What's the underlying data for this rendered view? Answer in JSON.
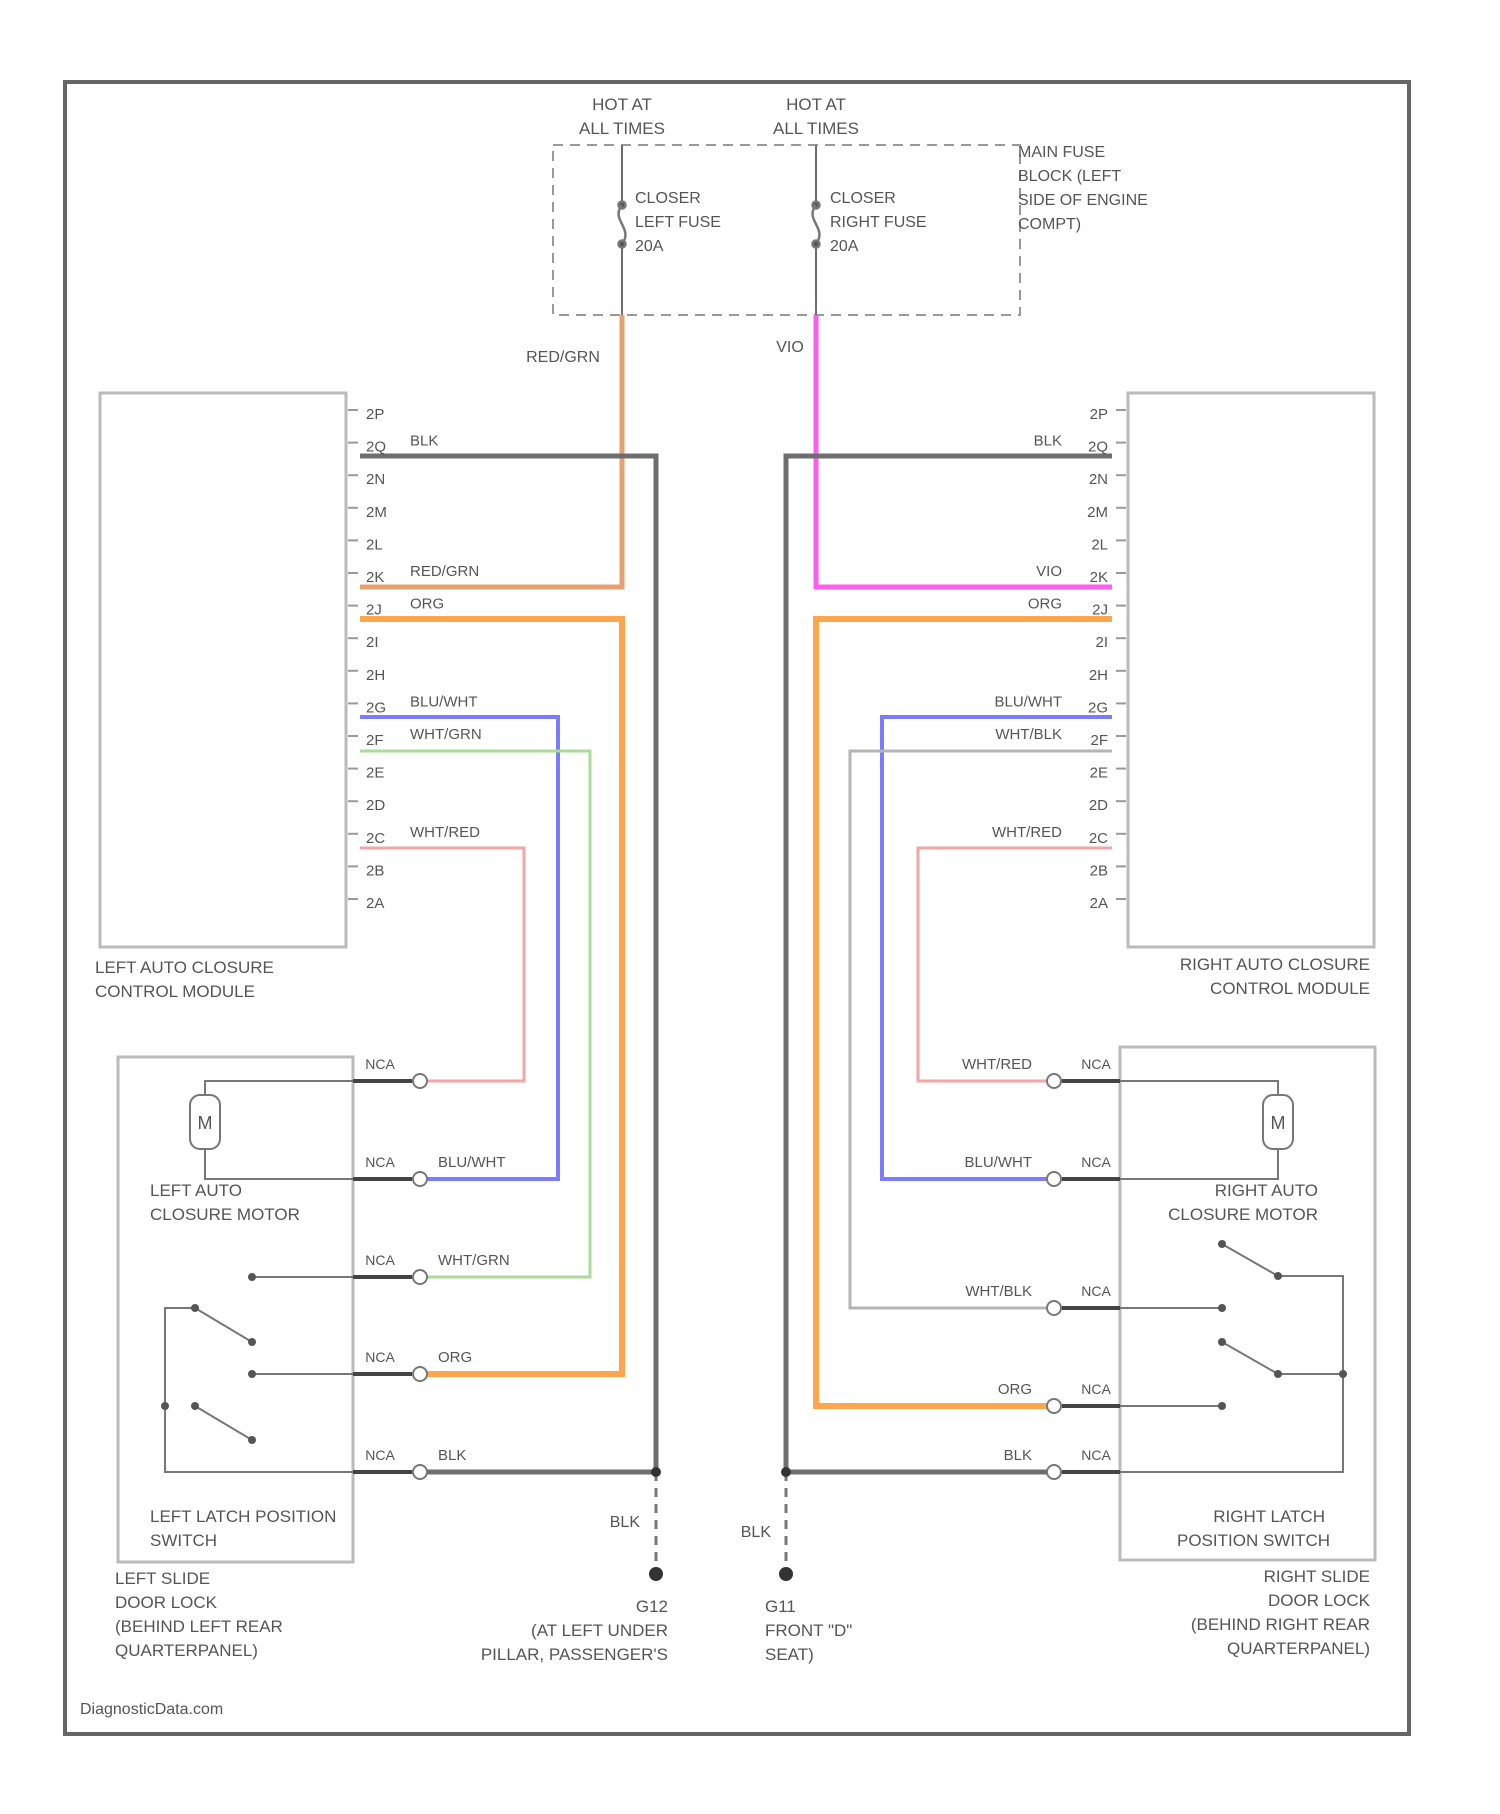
{
  "power": {
    "hot_left": [
      "HOT AT",
      "ALL TIMES"
    ],
    "hot_right": [
      "HOT AT",
      "ALL TIMES"
    ],
    "fuse_block": [
      "MAIN FUSE",
      "BLOCK (LEFT",
      "SIDE OF ENGINE",
      "COMPT)"
    ],
    "fuse_left": [
      "CLOSER",
      "LEFT FUSE",
      "20A"
    ],
    "fuse_right": [
      "CLOSER",
      "RIGHT FUSE",
      "20A"
    ],
    "wire_left": "RED/GRN",
    "wire_right": "VIO"
  },
  "left_module": {
    "name": [
      "LEFT AUTO CLOSURE",
      "CONTROL MODULE"
    ],
    "pins": [
      {
        "pin": "2P",
        "wire": ""
      },
      {
        "pin": "2Q",
        "wire": "BLK"
      },
      {
        "pin": "2N",
        "wire": ""
      },
      {
        "pin": "2M",
        "wire": ""
      },
      {
        "pin": "2L",
        "wire": ""
      },
      {
        "pin": "2K",
        "wire": "RED/GRN"
      },
      {
        "pin": "2J",
        "wire": "ORG"
      },
      {
        "pin": "2I",
        "wire": ""
      },
      {
        "pin": "2H",
        "wire": ""
      },
      {
        "pin": "2G",
        "wire": "BLU/WHT"
      },
      {
        "pin": "2F",
        "wire": "WHT/GRN"
      },
      {
        "pin": "2E",
        "wire": ""
      },
      {
        "pin": "2D",
        "wire": ""
      },
      {
        "pin": "2C",
        "wire": "WHT/RED"
      },
      {
        "pin": "2B",
        "wire": ""
      },
      {
        "pin": "2A",
        "wire": ""
      }
    ]
  },
  "right_module": {
    "name": [
      "RIGHT AUTO CLOSURE",
      "CONTROL MODULE"
    ],
    "pins": [
      {
        "pin": "2P",
        "wire": ""
      },
      {
        "pin": "2Q",
        "wire": "BLK"
      },
      {
        "pin": "2N",
        "wire": ""
      },
      {
        "pin": "2M",
        "wire": ""
      },
      {
        "pin": "2L",
        "wire": ""
      },
      {
        "pin": "2K",
        "wire": "VIO"
      },
      {
        "pin": "2J",
        "wire": "ORG"
      },
      {
        "pin": "2I",
        "wire": ""
      },
      {
        "pin": "2H",
        "wire": ""
      },
      {
        "pin": "2G",
        "wire": "BLU/WHT"
      },
      {
        "pin": "2F",
        "wire": "WHT/BLK"
      },
      {
        "pin": "2E",
        "wire": ""
      },
      {
        "pin": "2D",
        "wire": ""
      },
      {
        "pin": "2C",
        "wire": "WHT/RED"
      },
      {
        "pin": "2B",
        "wire": ""
      },
      {
        "pin": "2A",
        "wire": ""
      }
    ]
  },
  "left_lock": {
    "connections": [
      {
        "nca": "NCA",
        "wire": ""
      },
      {
        "nca": "NCA",
        "wire": "BLU/WHT"
      },
      {
        "nca": "NCA",
        "wire": "WHT/GRN"
      },
      {
        "nca": "NCA",
        "wire": "ORG"
      },
      {
        "nca": "NCA",
        "wire": "BLK"
      }
    ],
    "motor_symbol": "M",
    "motor": [
      "LEFT AUTO",
      "CLOSURE MOTOR"
    ],
    "switch": [
      "LEFT LATCH POSITION",
      "SWITCH"
    ],
    "name": [
      "LEFT SLIDE",
      "DOOR LOCK",
      "(BEHIND LEFT REAR",
      "QUARTERPANEL)"
    ]
  },
  "right_lock": {
    "connections": [
      {
        "nca": "NCA",
        "wire": "WHT/RED"
      },
      {
        "nca": "NCA",
        "wire": "BLU/WHT"
      },
      {
        "nca": "NCA",
        "wire": "WHT/BLK"
      },
      {
        "nca": "NCA",
        "wire": "ORG"
      },
      {
        "nca": "NCA",
        "wire": "BLK"
      }
    ],
    "motor_symbol": "M",
    "motor": [
      "RIGHT AUTO",
      "CLOSURE MOTOR"
    ],
    "switch": [
      "RIGHT LATCH",
      "POSITION SWITCH"
    ],
    "name": [
      "RIGHT SLIDE",
      "DOOR LOCK",
      "(BEHIND RIGHT REAR",
      "QUARTERPANEL)"
    ]
  },
  "grounds": {
    "left_wire": "BLK",
    "right_wire": "BLK",
    "left": [
      "G12",
      "(AT LEFT UNDER",
      "PILLAR, PASSENGER'S"
    ],
    "right": [
      "G11",
      "FRONT \"D\"",
      "SEAT)"
    ]
  },
  "watermark": "DiagnosticData.com",
  "colors": {
    "frame": "#666666",
    "red_grn": "#e8a070",
    "vio": "#ff5cf0",
    "blk": "#6e6e6e",
    "org": "#ffa64d",
    "blu_wht": "#7b7bff",
    "wht_grn": "#a9dc9a",
    "wht_blk": "#b5b5b5",
    "wht_red": "#f2a6a6"
  }
}
